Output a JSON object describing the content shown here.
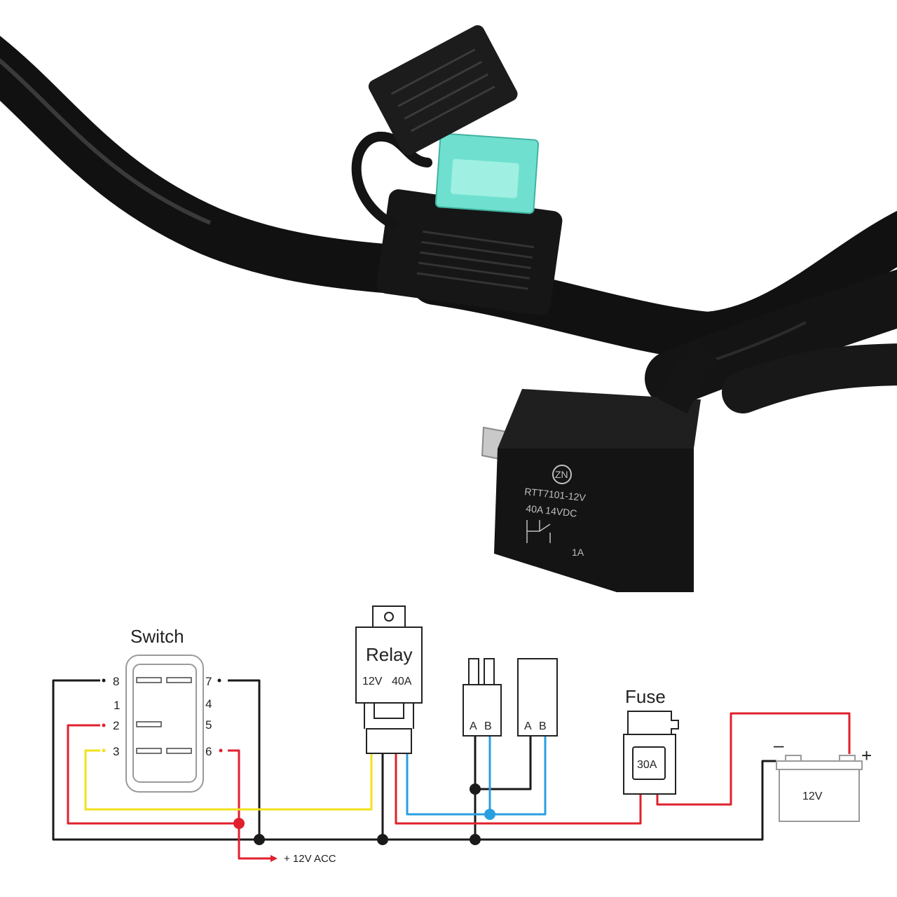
{
  "product_photo": {
    "relay_markings": {
      "model": "RTT7101-12V",
      "rating": "40A  14VDC",
      "logo": "ZN",
      "cert": "1A"
    },
    "fuse_color": "#6fe0cf"
  },
  "diagram": {
    "switch": {
      "title": "Switch",
      "pins_left": [
        "8",
        "1",
        "2",
        "3"
      ],
      "pins_right": [
        "7",
        "4",
        "5",
        "6"
      ]
    },
    "relay": {
      "title": "Relay",
      "spec_voltage": "12V",
      "spec_current": "40A"
    },
    "connector_1": {
      "pin_a": "A",
      "pin_b": "B"
    },
    "connector_2": {
      "pin_a": "A",
      "pin_b": "B"
    },
    "fuse": {
      "title": "Fuse",
      "rating": "30A"
    },
    "battery": {
      "voltage": "12V",
      "neg": "–",
      "pos": "+"
    },
    "acc_label": "+ 12V ACC"
  },
  "colors": {
    "wire_black": "#1a1a1a",
    "wire_red": "#e0202c",
    "wire_yellow": "#f2e11a",
    "wire_blue": "#2a9fe0",
    "harness": "#111111"
  }
}
